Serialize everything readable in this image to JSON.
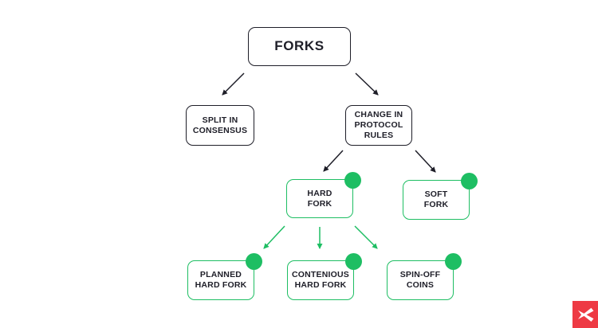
{
  "diagram": {
    "nodes": [
      {
        "id": "forks",
        "label": "FORKS",
        "variant": "dark",
        "dot": false
      },
      {
        "id": "split-in-consensus",
        "label": "SPLIT IN\nCONSENSUS",
        "variant": "dark",
        "dot": false
      },
      {
        "id": "change-in-protocol-rules",
        "label": "CHANGE IN\nPROTOCOL\nRULES",
        "variant": "dark",
        "dot": false
      },
      {
        "id": "hard-fork",
        "label": "HARD\nFORK",
        "variant": "green",
        "dot": true
      },
      {
        "id": "soft-fork",
        "label": "SOFT\nFORK",
        "variant": "green",
        "dot": true
      },
      {
        "id": "planned-hard-fork",
        "label": "PLANNED\nHARD FORK",
        "variant": "green",
        "dot": true
      },
      {
        "id": "contenious-hard-fork",
        "label": "CONTENIOUS\nHARD FORK",
        "variant": "green",
        "dot": true
      },
      {
        "id": "spin-off-coins",
        "label": "SPIN-OFF\nCOINS",
        "variant": "green",
        "dot": true
      }
    ],
    "edges": [
      {
        "from": "forks",
        "to": "split-in-consensus",
        "color": "dark"
      },
      {
        "from": "forks",
        "to": "change-in-protocol-rules",
        "color": "dark"
      },
      {
        "from": "change-in-protocol-rules",
        "to": "hard-fork",
        "color": "dark"
      },
      {
        "from": "change-in-protocol-rules",
        "to": "soft-fork",
        "color": "dark"
      },
      {
        "from": "hard-fork",
        "to": "planned-hard-fork",
        "color": "green"
      },
      {
        "from": "hard-fork",
        "to": "contenious-hard-fork",
        "color": "green"
      },
      {
        "from": "hard-fork",
        "to": "spin-off-coins",
        "color": "green"
      }
    ]
  },
  "colors": {
    "dark": "#1e1e28",
    "green": "#1ebe63",
    "logo_red": "#ee3a44",
    "background": "#ffffff"
  },
  "logo": {
    "icon": "stylized-x-bird"
  }
}
